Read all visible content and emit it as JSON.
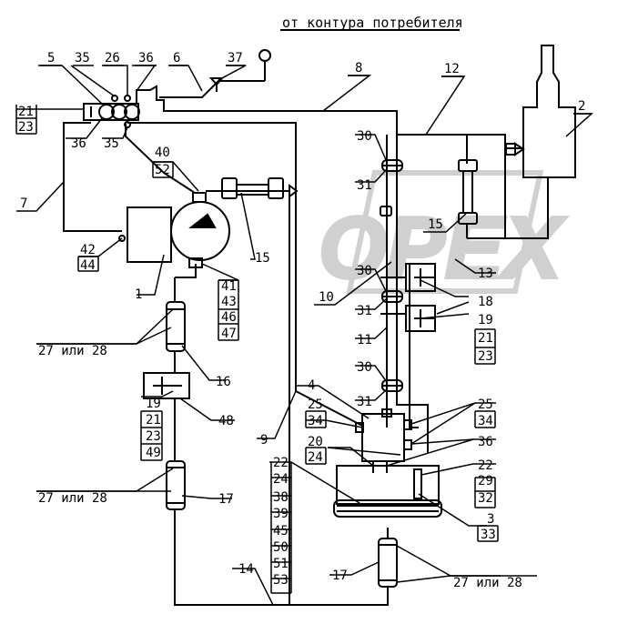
{
  "top_label": "от контура потребителя",
  "watermark": "ОРЕХ",
  "callouts": {
    "n5": "5",
    "n35a": "35",
    "n26": "26",
    "n36a": "36",
    "n6": "6",
    "n37": "37",
    "n8": "8",
    "n12": "12",
    "n2": "2",
    "n21a": "21",
    "n23a": "23",
    "n36b": "36",
    "n35b": "35",
    "n7": "7",
    "n40": "40",
    "n52": "52",
    "n30a": "30",
    "n31a": "31",
    "n15a": "15",
    "n15b": "15",
    "n42": "42",
    "n44": "44",
    "n1": "1",
    "n13": "13",
    "n41": "41",
    "n43": "43",
    "n46": "46",
    "n47": "47",
    "n10": "10",
    "n30b": "30",
    "n31b": "31",
    "n18": "18",
    "n19a": "19",
    "n21b": "21",
    "n23b": "23",
    "n11": "11",
    "n27a": "27 или 28",
    "n16": "16",
    "n30c": "30",
    "n31c": "31",
    "n4": "4",
    "n25a": "25",
    "n34a": "34",
    "n25b": "25",
    "n34b": "34",
    "n19b": "19",
    "n21c": "21",
    "n23c": "23",
    "n49": "49",
    "n48": "48",
    "n9": "9",
    "n20": "20",
    "n24a": "24",
    "n36c": "36",
    "n22a": "22",
    "n24b": "24",
    "n38": "38",
    "n39": "39",
    "n45": "45",
    "n50": "50",
    "n51": "51",
    "n53": "53",
    "n22b": "22",
    "n29": "29",
    "n32": "32",
    "n27b": "27 или 28",
    "n17a": "17",
    "n3": "3",
    "n33": "33",
    "n14": "14",
    "n17b": "17",
    "n27c": "27 или 28"
  }
}
